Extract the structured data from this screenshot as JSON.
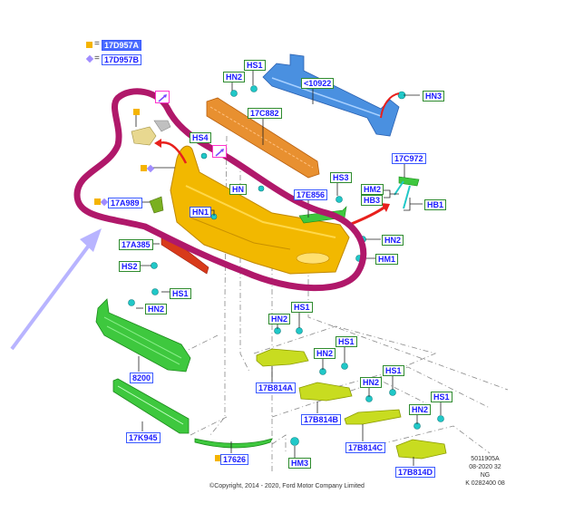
{
  "legend": {
    "square_symbol": "=",
    "square_code": "17D957A",
    "diamond_symbol": "=",
    "diamond_code": "17D957B"
  },
  "parts": {
    "hn2_top": "HN2",
    "hs1_top": "HS1",
    "reinforcement": "<10922",
    "hn3": "HN3",
    "absorber": "17C882",
    "hs4": "HS4",
    "hn_mid": "HN",
    "bracket_right": "17C972",
    "hm2": "HM2",
    "hb3": "HB3",
    "hb1": "HB1",
    "hs3": "HS3",
    "lower_trim": "17E856",
    "hn1": "HN1",
    "cover_cap": "17A989",
    "hn2_right": "HN2",
    "hm1": "HM1",
    "reflector": "17A385",
    "hs2": "HS2",
    "hs1_grille": "HS1",
    "hn2_grille": "HN2",
    "grille": "8200",
    "lower_grille": "17K945",
    "spoiler": "17626",
    "hm3": "HM3",
    "hn2_a": "HN2",
    "hs1_a": "HS1",
    "bezel_a": "17B814A",
    "hn2_b": "HN2",
    "hs1_b": "HS1",
    "bezel_b": "17B814B",
    "hn2_c": "HN2",
    "hs1_c": "HS1",
    "bezel_c": "17B814C",
    "hn2_d": "HN2",
    "hs1_d": "HS1",
    "bezel_d": "17B814D"
  },
  "notes": {
    "line1": "5011905A",
    "line2": "08-2020 32",
    "line3": "NG",
    "line4": "K 0282400 08"
  },
  "copyright": "©Copyright, 2014 - 2020, Ford Motor Company Limited",
  "colors": {
    "highlight_outline": "#b0186a",
    "pointer_arrow": "#b8b4ff",
    "bumper_cover": "#f2b800",
    "reinforcement": "#4a90e0",
    "absorber": "#e89030",
    "grille": "#3ec83e",
    "bezel": "#c8dc20",
    "fastener": "#20c8c8",
    "red_arrow": "#e8201c",
    "reflector": "#d83a1a"
  }
}
